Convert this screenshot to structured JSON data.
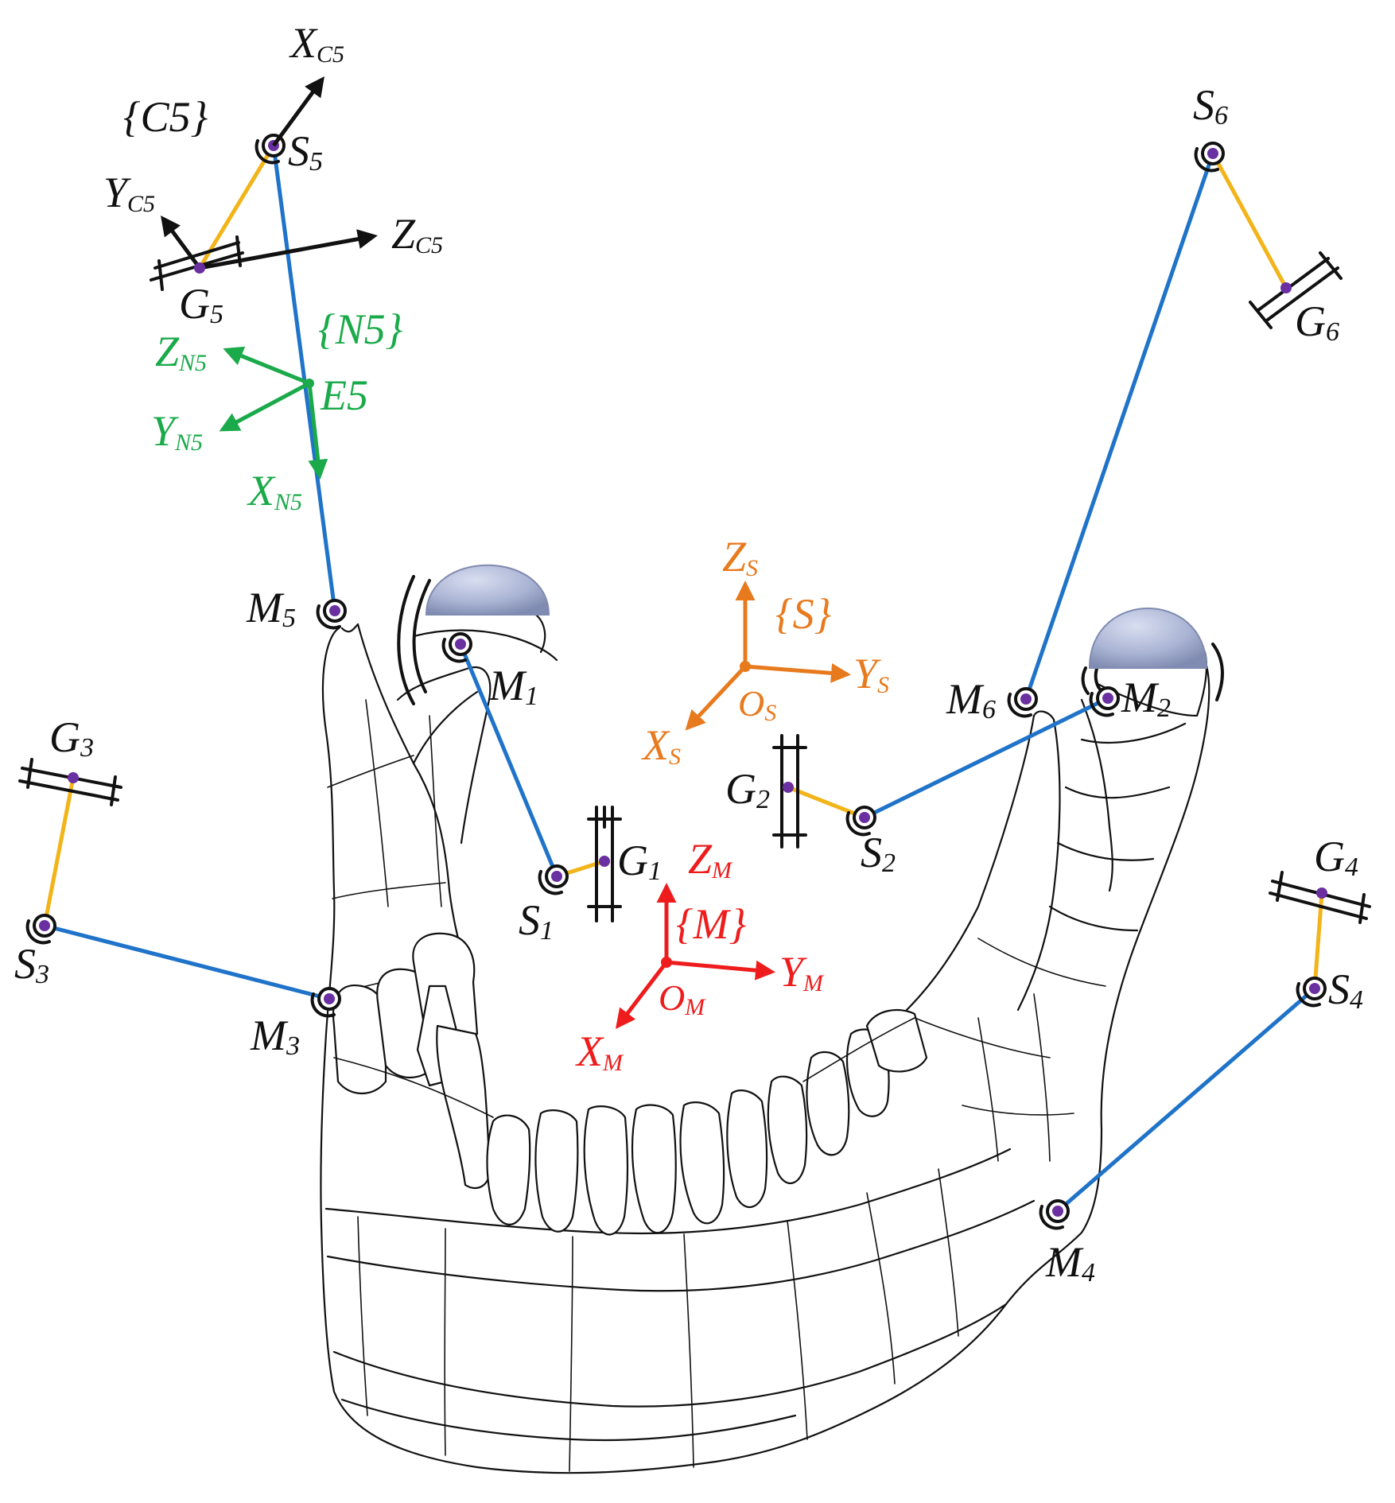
{
  "colors": {
    "strut": "#1f73c9",
    "crank": "#f2b418",
    "joint": "#6a2fa0",
    "frame_C5": "#111111",
    "frame_N5": "#1aaa4a",
    "frame_S": "#e87a1e",
    "frame_M": "#ee1c1c",
    "condyle_fill": "#aab4d4"
  },
  "frames": {
    "C5": {
      "name": "{C5}",
      "x": "X",
      "x_sub": "C5",
      "y": "Y",
      "y_sub": "C5",
      "z": "Z",
      "z_sub": "C5"
    },
    "N5": {
      "name": "{N5}",
      "origin": "E5",
      "x": "X",
      "x_sub": "N5",
      "y": "Y",
      "y_sub": "N5",
      "z": "Z",
      "z_sub": "N5"
    },
    "S": {
      "name": "{S}",
      "origin": "O",
      "origin_sub": "S",
      "x": "X",
      "x_sub": "S",
      "y": "Y",
      "y_sub": "S",
      "z": "Z",
      "z_sub": "S"
    },
    "M": {
      "name": "{M}",
      "origin": "O",
      "origin_sub": "M",
      "x": "X",
      "x_sub": "M",
      "y": "Y",
      "y_sub": "M",
      "z": "Z",
      "z_sub": "M"
    }
  },
  "points": {
    "S1": {
      "letter": "S",
      "sub": "1"
    },
    "S2": {
      "letter": "S",
      "sub": "2"
    },
    "S3": {
      "letter": "S",
      "sub": "3"
    },
    "S4": {
      "letter": "S",
      "sub": "4"
    },
    "S5": {
      "letter": "S",
      "sub": "5"
    },
    "S6": {
      "letter": "S",
      "sub": "6"
    },
    "G1": {
      "letter": "G",
      "sub": "1"
    },
    "G2": {
      "letter": "G",
      "sub": "2"
    },
    "G3": {
      "letter": "G",
      "sub": "3"
    },
    "G4": {
      "letter": "G",
      "sub": "4"
    },
    "G5": {
      "letter": "G",
      "sub": "5"
    },
    "G6": {
      "letter": "G",
      "sub": "6"
    },
    "M1": {
      "letter": "M",
      "sub": "1"
    },
    "M2": {
      "letter": "M",
      "sub": "2"
    },
    "M3": {
      "letter": "M",
      "sub": "3"
    },
    "M4": {
      "letter": "M",
      "sub": "4"
    },
    "M5": {
      "letter": "M",
      "sub": "5"
    },
    "M6": {
      "letter": "M",
      "sub": "6"
    }
  },
  "icons": [
    "spherical-joint-icon",
    "revolute-joint-icon",
    "condyle-dome-icon",
    "mandible-mesh-icon"
  ]
}
